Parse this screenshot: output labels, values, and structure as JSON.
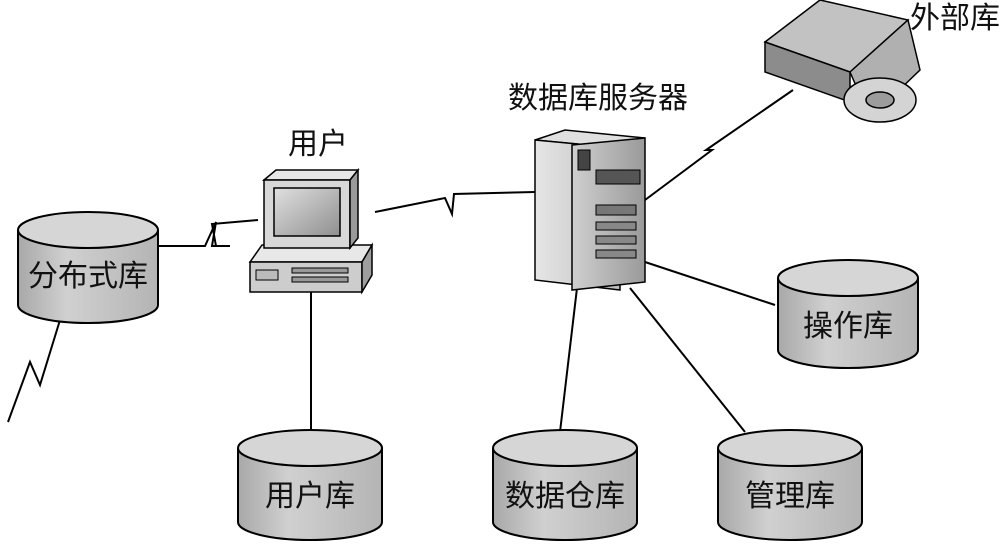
{
  "labels": {
    "external_db": "外部库",
    "db_server": "数据库服务器",
    "user": "用户",
    "distributed_db": "分布式库",
    "operation_db": "操作库",
    "user_db": "用户库",
    "data_warehouse": "数据仓库",
    "management_db": "管理库"
  },
  "colors": {
    "cylinder_fill": "#c4c4c4",
    "cylinder_top": "#d6d6d6",
    "stroke": "#000000",
    "server_light": "#d2d2d2",
    "server_dark": "#8a8a8a",
    "monitor_screen": "#a9a9a9"
  }
}
